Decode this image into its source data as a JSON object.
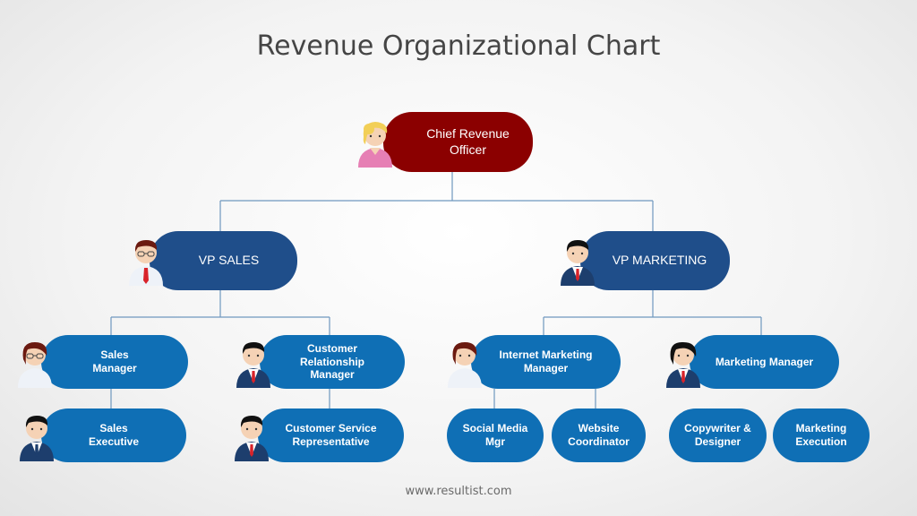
{
  "title": "Revenue Organizational Chart",
  "footer": "www.resultist.com",
  "colors": {
    "executive": "#8b0000",
    "vice_president": "#1f4e8a",
    "staff": "#0f6fb5",
    "connector": "#6f98bf"
  },
  "nodes": {
    "cro": "Chief Revenue Officer",
    "vp_sales": "VP SALES",
    "vp_marketing": "VP MARKETING",
    "sales_manager": "Sales Manager",
    "crm": "Customer Relationship Manager",
    "internet_marketing_manager": "Internet Marketing Manager",
    "marketing_manager": "Marketing Manager",
    "sales_executive": "Sales Executive",
    "customer_service_rep": "Customer Service Representative",
    "social_media_mgr": "Social Media Mgr",
    "website_coordinator": "Website Coordinator",
    "copywriter_designer": "Copywriter & Designer",
    "marketing_execution": "Marketing Execution"
  },
  "icons": {
    "cro": "woman-blonde-pink-icon",
    "vp_sales": "man-glasses-red-tie-icon",
    "vp_marketing": "man-suit-red-tie-icon",
    "sales_manager": "woman-glasses-icon",
    "crm": "man-suit-red-tie-icon",
    "internet_marketing_manager": "woman-icon",
    "marketing_manager": "woman-suit-icon",
    "sales_executive": "man-suit-icon",
    "customer_service_rep": "man-suit-red-tie-icon"
  }
}
